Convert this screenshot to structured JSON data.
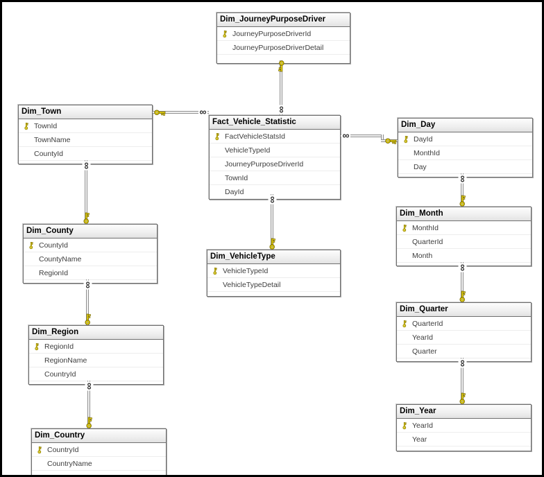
{
  "diagram": {
    "tables": [
      {
        "name": "Dim_JourneyPurposeDriver",
        "columns": [
          {
            "name": "JourneyPurposeDriverId",
            "pk": true
          },
          {
            "name": "JourneyPurposeDriverDetail",
            "pk": false
          }
        ]
      },
      {
        "name": "Dim_Town",
        "columns": [
          {
            "name": "TownId",
            "pk": true
          },
          {
            "name": "TownName",
            "pk": false
          },
          {
            "name": "CountyId",
            "pk": false
          }
        ]
      },
      {
        "name": "Fact_Vehicle_Statistic",
        "columns": [
          {
            "name": "FactVehicleStatsId",
            "pk": true
          },
          {
            "name": "VehicleTypeId",
            "pk": false
          },
          {
            "name": "JourneyPurposeDriverId",
            "pk": false
          },
          {
            "name": "TownId",
            "pk": false
          },
          {
            "name": "DayId",
            "pk": false
          }
        ]
      },
      {
        "name": "Dim_Day",
        "columns": [
          {
            "name": "DayId",
            "pk": true
          },
          {
            "name": "MonthId",
            "pk": false
          },
          {
            "name": "Day",
            "pk": false
          }
        ]
      },
      {
        "name": "Dim_County",
        "columns": [
          {
            "name": "CountyId",
            "pk": true
          },
          {
            "name": "CountyName",
            "pk": false
          },
          {
            "name": "RegionId",
            "pk": false
          }
        ]
      },
      {
        "name": "Dim_VehicleType",
        "columns": [
          {
            "name": "VehicleTypeId",
            "pk": true
          },
          {
            "name": "VehicleTypeDetail",
            "pk": false
          }
        ]
      },
      {
        "name": "Dim_Month",
        "columns": [
          {
            "name": "MonthId",
            "pk": true
          },
          {
            "name": "QuarterId",
            "pk": false
          },
          {
            "name": "Month",
            "pk": false
          }
        ]
      },
      {
        "name": "Dim_Region",
        "columns": [
          {
            "name": "RegionId",
            "pk": true
          },
          {
            "name": "RegionName",
            "pk": false
          },
          {
            "name": "CountryId",
            "pk": false
          }
        ]
      },
      {
        "name": "Dim_Quarter",
        "columns": [
          {
            "name": "QuarterId",
            "pk": true
          },
          {
            "name": "YearId",
            "pk": false
          },
          {
            "name": "Quarter",
            "pk": false
          }
        ]
      },
      {
        "name": "Dim_Country",
        "columns": [
          {
            "name": "CountryId",
            "pk": true
          },
          {
            "name": "CountryName",
            "pk": false
          }
        ]
      },
      {
        "name": "Dim_Year",
        "columns": [
          {
            "name": "YearId",
            "pk": true
          },
          {
            "name": "Year",
            "pk": false
          }
        ]
      }
    ],
    "relationships": [
      {
        "one": "Dim_JourneyPurposeDriver",
        "many": "Fact_Vehicle_Statistic"
      },
      {
        "one": "Dim_Town",
        "many": "Fact_Vehicle_Statistic"
      },
      {
        "one": "Dim_Day",
        "many": "Fact_Vehicle_Statistic"
      },
      {
        "one": "Dim_VehicleType",
        "many": "Fact_Vehicle_Statistic"
      },
      {
        "one": "Dim_County",
        "many": "Dim_Town"
      },
      {
        "one": "Dim_Region",
        "many": "Dim_County"
      },
      {
        "one": "Dim_Country",
        "many": "Dim_Region"
      },
      {
        "one": "Dim_Month",
        "many": "Dim_Day"
      },
      {
        "one": "Dim_Quarter",
        "many": "Dim_Month"
      },
      {
        "one": "Dim_Year",
        "many": "Dim_Quarter"
      }
    ],
    "symbols": {
      "many_end": "∞",
      "one_end": "key"
    },
    "colors": {
      "key_yellow": "#f2e015",
      "key_outline": "#7c6c00",
      "table_border": "#6f6f6f",
      "connector_gray": "#8f8f8f",
      "frame_border": "#000000",
      "row_text": "#3d3d3d"
    }
  }
}
